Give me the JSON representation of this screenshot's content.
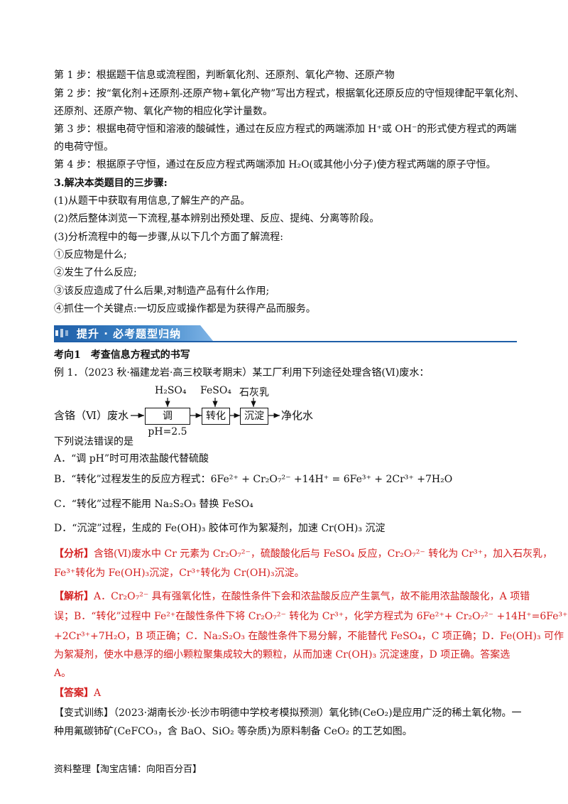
{
  "steps": {
    "s1": "第 1 步：根据题干信息或流程图，判断氧化剂、还原剂、氧化产物、还原产物",
    "s2a": "第 2 步：按“氧化剂+还原剂-还原产物+氧化产物”写出方程式，根据氧化还原反应的守恒规律配平氧化剂、",
    "s2b": "还原剂、还原产物、氧化产物的相应化学计量数。",
    "s3a": "第 3 步：根据电荷守恒和溶液的酸碱性，通过在反应方程式的两端添加 H⁺或 OH⁻的形式使方程式的两端",
    "s3b": "的电荷守恒。",
    "s4": "第 4 步：根据原子守恒，通过在反应方程式两端添加 H₂O(或其他小分子)使方程式两端的原子守恒。"
  },
  "three_steps": {
    "title": "3.解决本类题目的三步骤:",
    "p1": "(1)从题干中获取有用信息,了解生产的产品。",
    "p2": "(2)然后整体浏览一下流程,基本辨别出预处理、反应、提纯、分离等阶段。",
    "p3": "(3)分析流程中的每一步骤,从以下几个方面了解流程:",
    "c1": "①反应物是什么;",
    "c2": "②发生了什么反应;",
    "c3": "③该反应造成了什么后果,对制造产品有什么作用;",
    "c4": "④抓住一个关键点:一切反应或操作都是为获得产品而服务。"
  },
  "section_banner": "提升 · 必考题型归纳",
  "direction": "考向1　考查信息方程式的书写",
  "example": {
    "stem": "例 1．（2023 秋·福建龙岩·高三校联考期末）某工厂利用下列途径处理含铬(Ⅵ)废水：",
    "flow": {
      "start": "含铬（Ⅵ）废水",
      "reagent1": "H₂SO₄",
      "box1": "调pH=2.5",
      "reagent2": "FeSO₄",
      "box2": "转化",
      "reagent3": "石灰乳",
      "box3": "沉淀",
      "end": "净化水"
    },
    "question": "下列说法错误的是",
    "A": "A．“调 pH”时可用浓盐酸代替硫酸",
    "B": "B．“转化”过程发生的反应方程式：6Fe²⁺ + Cr₂O₇²⁻ +14H⁺ = 6Fe³⁺ + 2Cr³⁺ +7H₂O",
    "C": "C．“转化”过程不能用 Na₂S₂O₃ 替换 FeSO₄",
    "D": "D．“沉淀”过程，生成的 Fe(OH)₃ 胶体可作为絮凝剂，加速 Cr(OH)₃ 沉淀"
  },
  "analysis": {
    "label": "【分析】",
    "l1": "含铬(Ⅵ)废水中 Cr 元素为 Cr₂O₇²⁻，硫酸酸化后与 FeSO₄ 反应，Cr₂O₇²⁻ 转化为 Cr³⁺，加入石灰乳，",
    "l2": "Fe³⁺转化为 Fe(OH)₃沉淀，Cr³⁺转化为 Cr(OH)₃沉淀。"
  },
  "explanation": {
    "label": "【解析】",
    "l1": "A．Cr₂O₇²⁻ 具有强氧化性，在酸性条件下会和浓盐酸反应产生氯气，故不能用浓盐酸酸化，A 项错",
    "l2": "误；B．“转化”过程中 Fe²⁺在酸性条件下将 Cr₂O₇²⁻ 转化为 Cr³⁺，化学方程式为 6Fe²⁺+ Cr₂O₇²⁻ +14H⁺=6Fe³⁺",
    "l3": "+2Cr³⁺+7H₂O，B 项正确；C．Na₂S₂O₃ 在酸性条件下易分解，不能替代 FeSO₄，C 项正确；D．Fe(OH)₃ 可作",
    "l4": "为絮凝剂，使水中悬浮的细小颗粒聚集成较大的颗粒，从而加速 Cr(OH)₃ 沉淀速度，D 项正确。答案选",
    "l5": "A。"
  },
  "answer": {
    "label": "【答案】",
    "value": "A"
  },
  "variant": {
    "l1": "【变式训练】（2023·湖南长沙·长沙市明德中学校考模拟预测）氧化铈(CeO₂)是应用广泛的稀土氧化物。一",
    "l2": "种用氟碳铈矿(CeFCO₃，含 BaO、SiO₂ 等杂质)为原料制备 CeO₂ 的工艺如图。"
  },
  "footer": "资料整理【淘宝店铺：向阳百分百】",
  "colors": {
    "accent_red": "#d42020",
    "banner_blue": "#1f5fa8"
  }
}
